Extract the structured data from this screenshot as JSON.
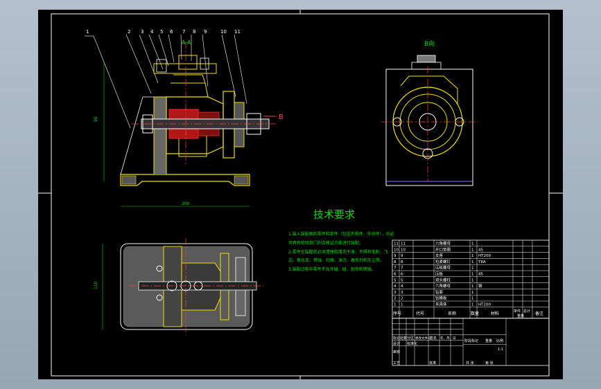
{
  "colors": {
    "background": "#000000",
    "frame": "#ffffff",
    "part": "#f2e000",
    "section": "#ff2020",
    "dimension": "#00e000",
    "center": "#ff4040",
    "highlight": "#9a6cff",
    "text": "#ffffff"
  },
  "balloons": [
    "1",
    "2",
    "3",
    "4",
    "5",
    "6",
    "7",
    "8",
    "9",
    "10",
    "11"
  ],
  "views": {
    "front": {
      "section_label": "A-A",
      "arrow_label": "B",
      "height_dim": "90",
      "width_dim": "200"
    },
    "side": {
      "label": "B向"
    },
    "top": {
      "depth_dim": "110"
    }
  },
  "technical_requirements": {
    "title": "技术要求",
    "lines": [
      "1.装入装配图的零件和部件（包括外购件、外协件），均必",
      "须具有检验部门的合格证方能进行装配。",
      "2.零件在装配前必须清理和清洗干净，不得有毛刺、飞",
      "边、氧化皮、锈蚀、切屑、油污、着色剂和灰尘等。",
      "3.装配过程中零件不允许磕、碰、划伤和锈蚀。"
    ]
  },
  "parts_list": {
    "rows": [
      {
        "no": "11",
        "code": "11",
        "name": "六角螺母",
        "qty": "1",
        "material": ""
      },
      {
        "no": "10",
        "code": "10",
        "name": "开口垫圈",
        "qty": "1",
        "material": "45"
      },
      {
        "no": "9",
        "code": "9",
        "name": "支座",
        "qty": "1",
        "material": "HT200"
      },
      {
        "no": "8",
        "code": "8",
        "name": "拉紧螺钉",
        "qty": "1",
        "material": "T8A"
      },
      {
        "no": "7",
        "code": "7",
        "name": "压板螺母",
        "qty": "1",
        "material": ""
      },
      {
        "no": "6",
        "code": "6",
        "name": "压板",
        "qty": "1",
        "material": "45"
      },
      {
        "no": "5",
        "code": "5",
        "name": "双头螺柱",
        "qty": "1",
        "material": ""
      },
      {
        "no": "4",
        "code": "4",
        "name": "六角螺母",
        "qty": "1",
        "material": "钢"
      },
      {
        "no": "3",
        "code": "3",
        "name": "钻套",
        "qty": "1",
        "material": ""
      },
      {
        "no": "2",
        "code": "2",
        "name": "钻模板",
        "qty": "1",
        "material": ""
      },
      {
        "no": "1",
        "code": "1",
        "name": "夹具体",
        "qty": "1",
        "material": "HT200"
      }
    ],
    "header": {
      "no": "序号",
      "code": "代号",
      "name": "名称",
      "qty": "数量",
      "material": "材料",
      "unit_weight": "单件",
      "total_weight": "总计",
      "weight": "重量",
      "remarks": "备注"
    }
  },
  "title_block": {
    "mark": "标记",
    "count": "处数",
    "zone": "分区",
    "change_doc": "更改文件号",
    "sign": "签名",
    "date": "年、月、日",
    "designer": "设计",
    "standardize": "标准化",
    "review": "审核",
    "process": "工艺",
    "approve": "批准",
    "stage_mark": "阶段标记",
    "weight": "重量",
    "scale": "比例",
    "sheet_total": "共 张",
    "sheet_no": "第 张",
    "scale_value": "1:1"
  }
}
